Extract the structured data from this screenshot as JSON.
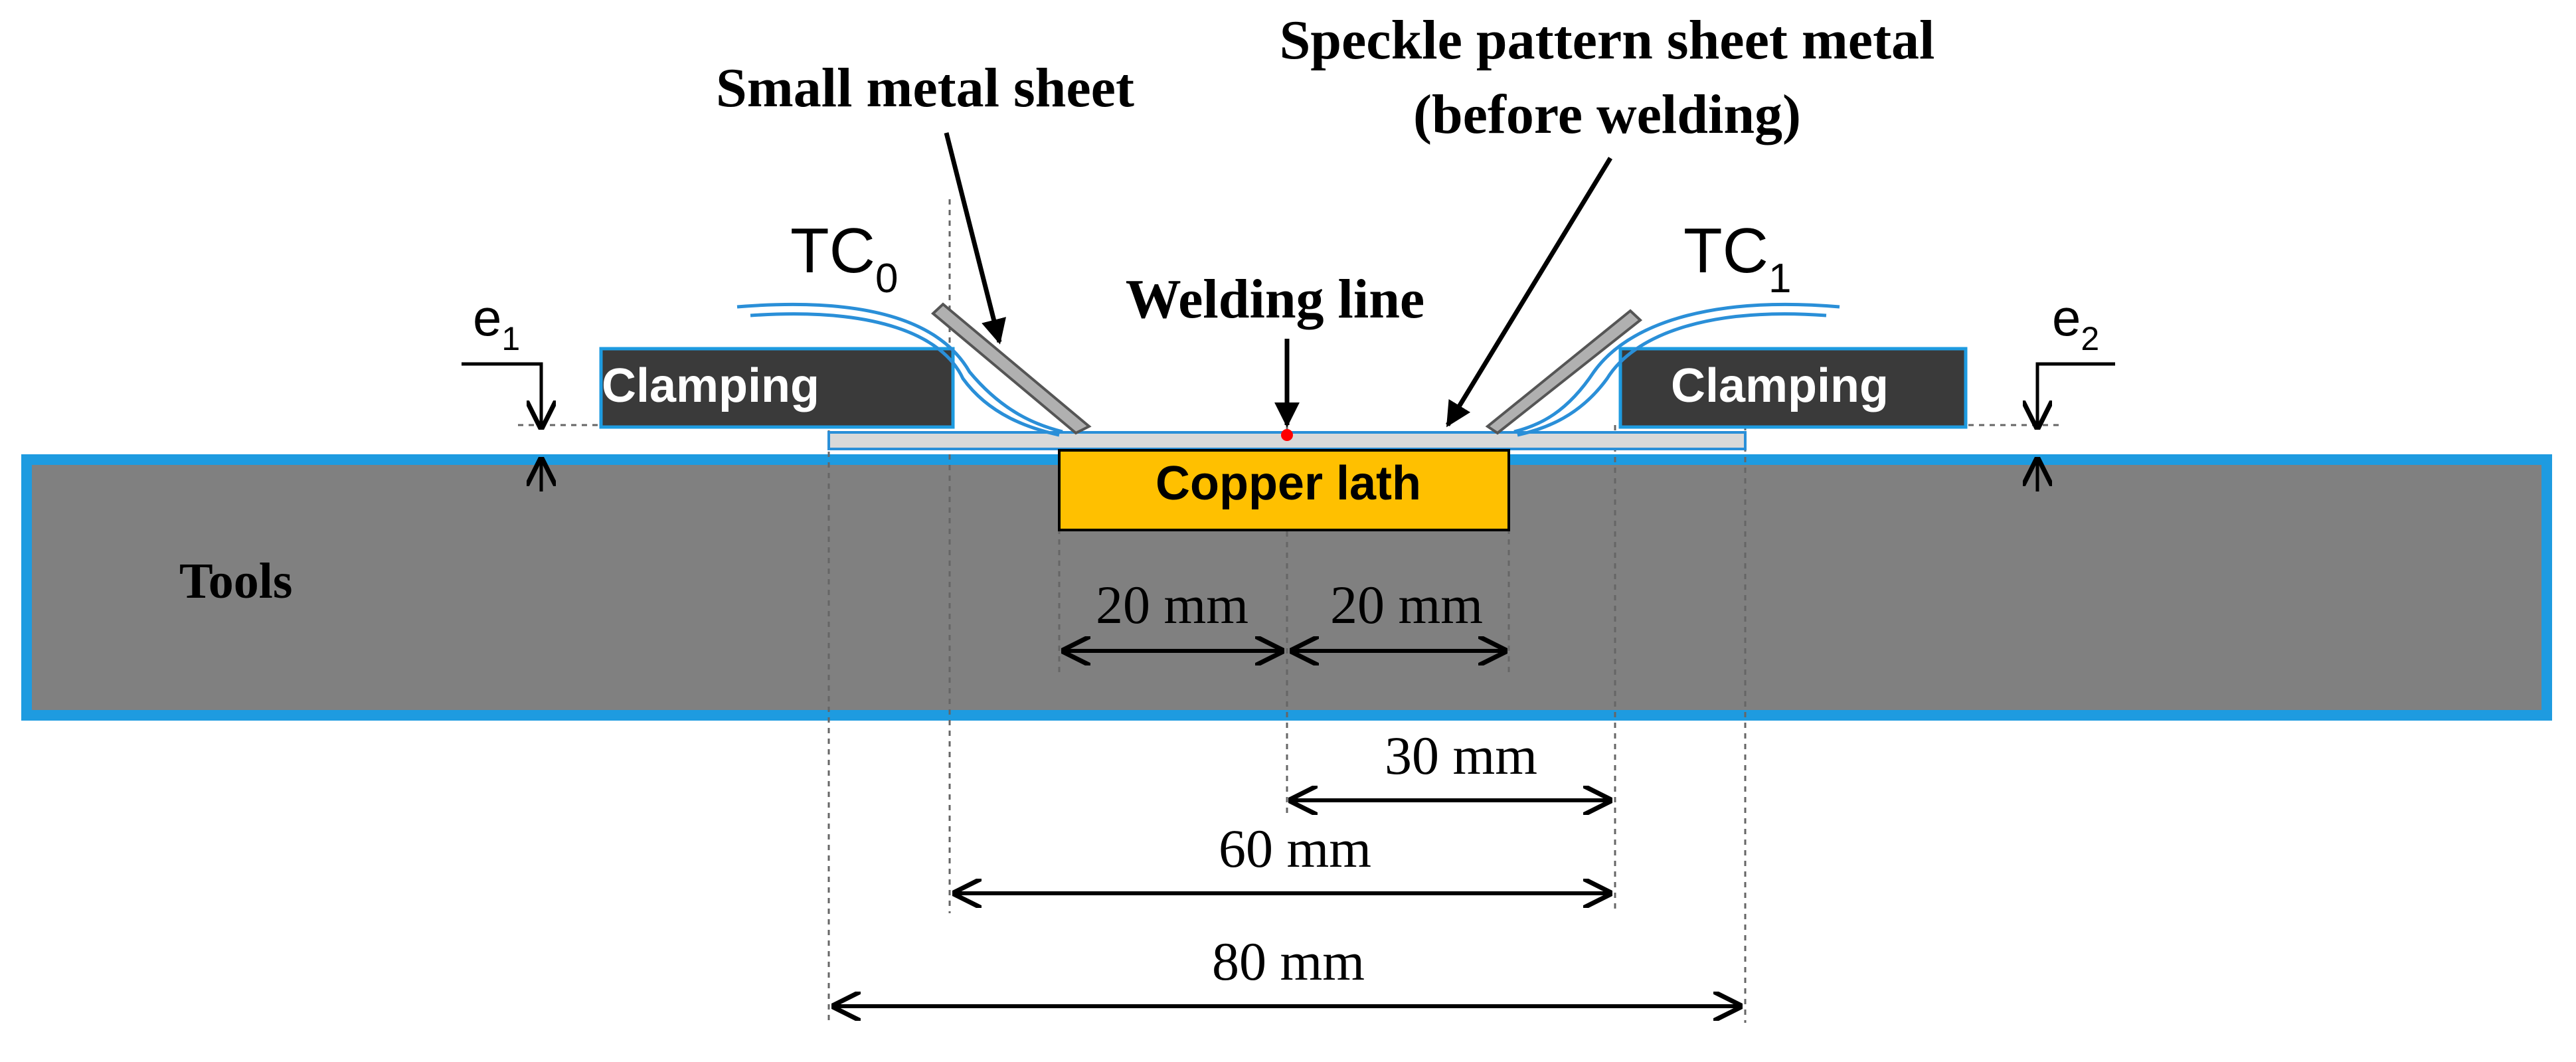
{
  "labels": {
    "small_metal_sheet": "Small metal sheet",
    "speckle_line1": "Speckle pattern sheet metal",
    "speckle_line2": "(before welding)",
    "welding_line": "Welding line",
    "tc0_main": "TC",
    "tc0_sub": "0",
    "tc1_main": "TC",
    "tc1_sub": "1",
    "e1_main": "e",
    "e1_sub": "1",
    "e2_main": "e",
    "e2_sub": "2",
    "clamping_left": "Clamping",
    "clamping_right": "Clamping",
    "copper_lath": "Copper lath",
    "tools": "Tools"
  },
  "dimensions": {
    "d20_left": "20 mm",
    "d20_right": "20 mm",
    "d30": "30 mm",
    "d60": "60 mm",
    "d80": "80 mm"
  },
  "colors": {
    "tools_fill": "#808080",
    "tools_border": "#1e9be0",
    "clamping_fill": "#3a3a3a",
    "copper_fill": "#ffc000",
    "sheet_blue": "#2a8fd8",
    "weld_point": "#ff0000",
    "text": "#000000"
  }
}
